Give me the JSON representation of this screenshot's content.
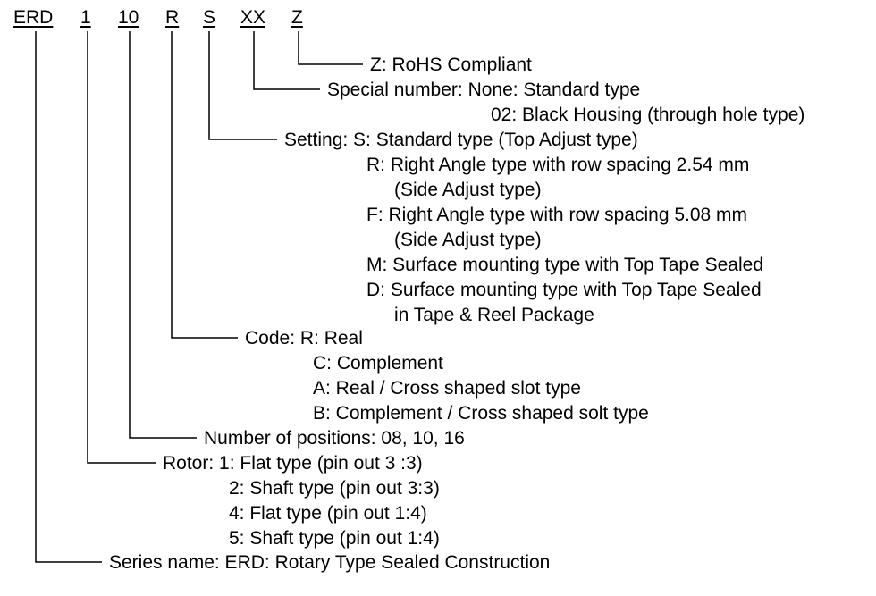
{
  "part_code": {
    "series": "ERD",
    "rotor": "1",
    "positions": "10",
    "code": "R",
    "setting": "S",
    "special": "XX",
    "rohs": "Z"
  },
  "fields": {
    "rohs": {
      "lines": [
        "Z: RoHS Compliant"
      ]
    },
    "special": {
      "lines": [
        "Special number: None: Standard type",
        "02: Black Housing (through hole type)"
      ]
    },
    "setting": {
      "lines": [
        "Setting: S: Standard type (Top Adjust type)",
        "R: Right Angle type with row spacing 2.54 mm",
        "(Side Adjust type)",
        "F: Right Angle type with row spacing 5.08 mm",
        "(Side Adjust type)",
        "M: Surface mounting type with Top Tape Sealed",
        "D: Surface mounting type with Top Tape Sealed",
        "in Tape & Reel Package"
      ]
    },
    "code": {
      "lines": [
        "Code: R: Real",
        "C: Complement",
        "A: Real / Cross shaped slot type",
        "B: Complement / Cross shaped solt type"
      ]
    },
    "positions": {
      "lines": [
        "Number of positions: 08, 10, 16"
      ]
    },
    "rotor": {
      "lines": [
        "Rotor: 1: Flat type (pin out 3 :3)",
        "2: Shaft type (pin out 3:3)",
        "4: Flat type (pin out 1:4)",
        "5: Shaft type (pin out 1:4)"
      ]
    },
    "series": {
      "lines": [
        "Series name: ERD: Rotary Type Sealed Construction"
      ]
    }
  }
}
